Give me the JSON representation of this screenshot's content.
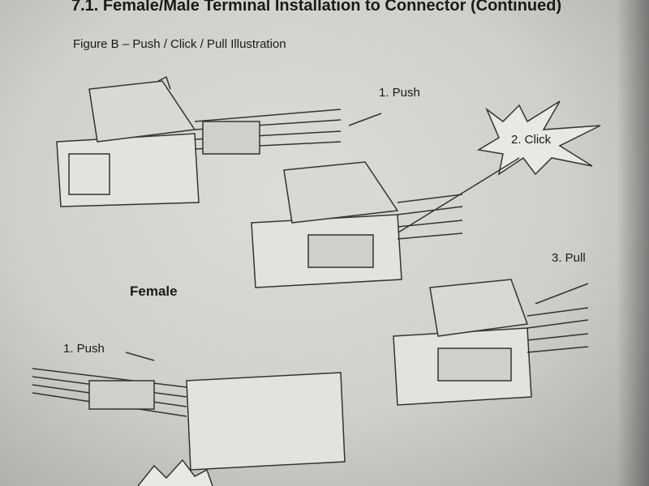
{
  "heading": "7.1.  Female/Male Terminal Installation to Connector (Continued)",
  "figure_caption": "Figure B – Push / Click / Pull Illustration",
  "labels": {
    "push_top": "1.  Push",
    "click": "2.  Click",
    "pull": "3.  Pull",
    "female": "Female",
    "push_bottom": "1.  Push"
  }
}
